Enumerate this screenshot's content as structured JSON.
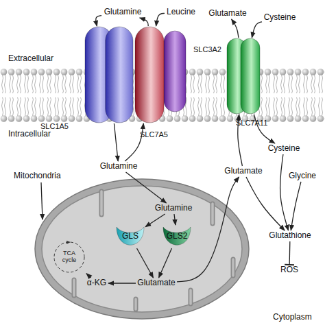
{
  "diagram": {
    "nodes": [
      {
        "text": [
          "Glutamine"
        ]
      },
      {
        "text": [
          "Leucine"
        ]
      },
      {
        "text": [
          "Glutamate"
        ]
      },
      {
        "text": [
          "Cysteine"
        ]
      },
      {
        "text": [
          "SLC3A2"
        ]
      },
      {
        "text": [
          "SLC1A5"
        ]
      },
      {
        "text": [
          "SLC7A5"
        ]
      },
      {
        "text": [
          "SLC7A11"
        ]
      },
      {
        "text": [
          "Cysteine"
        ]
      },
      {
        "text": [
          "Glutamine"
        ]
      },
      {
        "text": [
          "Glutamate"
        ]
      },
      {
        "text": [
          "Glycine"
        ]
      },
      {
        "text": [
          "Mitochondria"
        ]
      },
      {
        "text": [
          "Glutamine"
        ],
        "in": 12
      },
      {
        "text": [
          "GLS"
        ],
        "in": 12
      },
      {
        "text": [
          "GLS2"
        ],
        "in": 12
      },
      {
        "text": [
          "TCA cycle"
        ],
        "in": 12
      },
      {
        "text": [
          "α-KG"
        ],
        "in": 12
      },
      {
        "text": [
          "Glutamate"
        ],
        "in": 12
      },
      {
        "text": [
          "Glutathione"
        ]
      },
      {
        "text": [
          "ROS"
        ]
      }
    ],
    "edges": [
      {
        "from": 0,
        "to": 5,
        "arrow": "to"
      },
      {
        "from": 6,
        "to": 0,
        "arrow": "to"
      },
      {
        "from": 1,
        "to": 6,
        "arrow": "to"
      },
      {
        "from": 5,
        "to": 9,
        "arrow": "to"
      },
      {
        "from": 9,
        "to": 6,
        "arrow": "to"
      },
      {
        "from": 9,
        "to": 13,
        "arrow": "to"
      },
      {
        "from": 13,
        "to": 14,
        "arrow": "to"
      },
      {
        "from": 13,
        "to": 15,
        "arrow": "to"
      },
      {
        "from": 14,
        "to": 18,
        "arrow": "to"
      },
      {
        "from": 15,
        "to": 18,
        "arrow": "to"
      },
      {
        "from": 18,
        "to": 17,
        "arrow": "to"
      },
      {
        "from": 17,
        "to": 16,
        "arrow": "to"
      },
      {
        "from": 18,
        "to": 10,
        "arrow": "to"
      },
      {
        "from": 10,
        "to": 7,
        "arrow": "to"
      },
      {
        "from": 7,
        "to": 2,
        "arrow": "to"
      },
      {
        "from": 3,
        "to": 7,
        "arrow": "to"
      },
      {
        "from": 7,
        "to": 8,
        "arrow": "to"
      },
      {
        "from": 10,
        "to": 19,
        "arrow": "to"
      },
      {
        "from": 8,
        "to": 19,
        "arrow": "to"
      },
      {
        "from": 11,
        "to": 19,
        "arrow": "to"
      },
      {
        "from": 19,
        "to": 20,
        "arrow": "to"
      }
    ],
    "labels": [
      "Extracellular",
      "Intracellular",
      "Cytoplasm"
    ]
  }
}
